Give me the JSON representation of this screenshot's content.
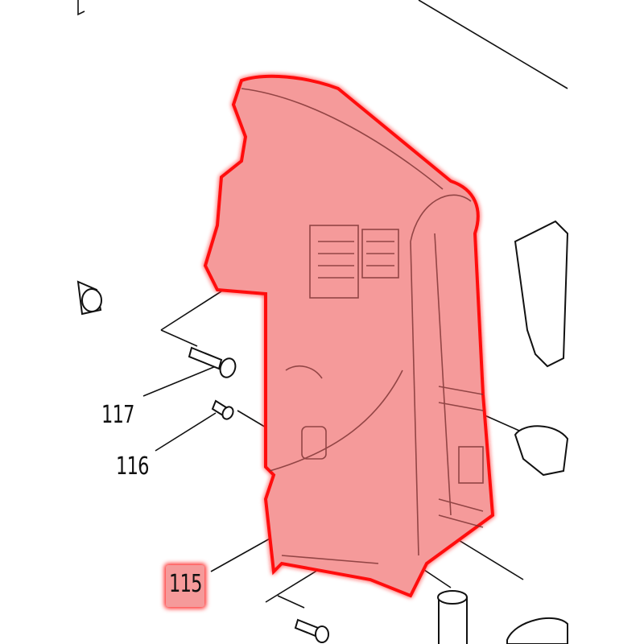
{
  "diagram": {
    "highlight_color": "#ff0000",
    "part_labels": [
      {
        "id": "117",
        "highlighted": false
      },
      {
        "id": "116",
        "highlighted": false
      },
      {
        "id": "115",
        "highlighted": true
      }
    ]
  }
}
